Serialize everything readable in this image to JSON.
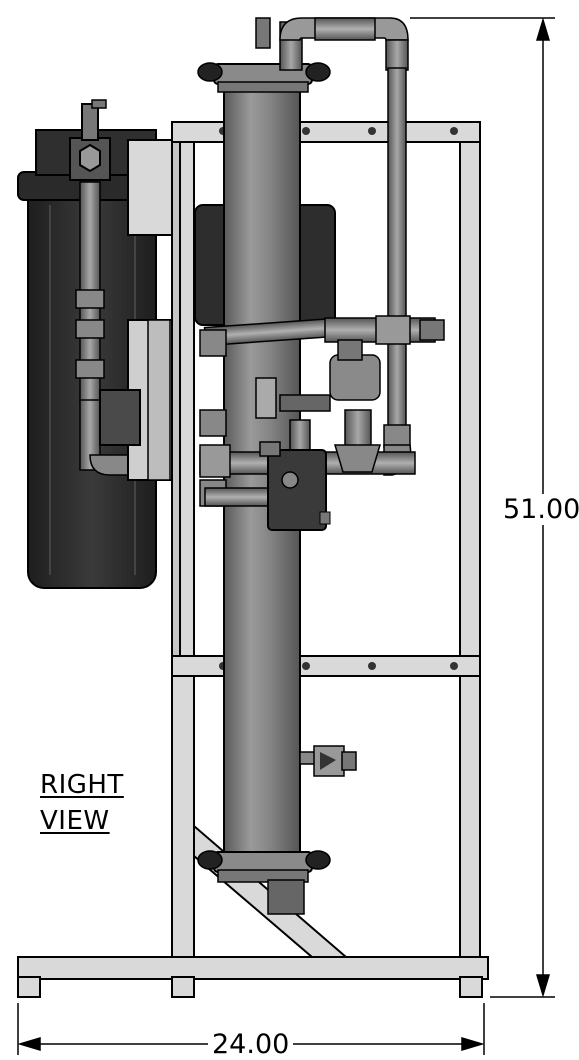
{
  "view": {
    "label_line1": "RIGHT",
    "label_line2": "VIEW"
  },
  "dimensions": {
    "height": "51.00",
    "width": "24.00"
  },
  "colors": {
    "frame_fill": "#d9d9d9",
    "vessel_fill": "#7a7a7a",
    "filter_housing": "#2b2b2b",
    "outline": "#000000"
  }
}
